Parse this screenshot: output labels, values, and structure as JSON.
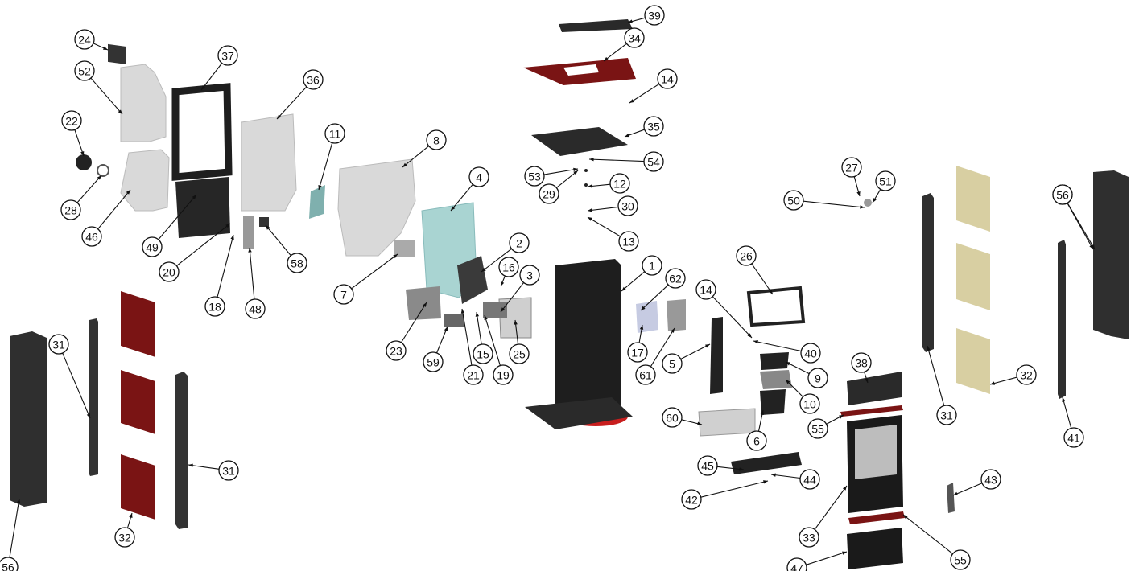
{
  "diagram": {
    "type": "exploded parts diagram",
    "colors": {
      "panel_dark": "#2f2f2f",
      "panel_red": "#7a1414",
      "panel_beige": "#d8cfa2",
      "insulation": "#d9d9d9",
      "teal_part": "#a9d4d2",
      "body_black": "#1e1e1e",
      "ring_red": "#c81e1e"
    },
    "labels": [
      "1",
      "2",
      "3",
      "4",
      "5",
      "6",
      "7",
      "8",
      "9",
      "10",
      "11",
      "12",
      "13",
      "14",
      "14",
      "15",
      "16",
      "17",
      "18",
      "19",
      "20",
      "21",
      "22",
      "23",
      "24",
      "25",
      "26",
      "27",
      "28",
      "29",
      "30",
      "31",
      "31",
      "31",
      "31",
      "32",
      "32",
      "33",
      "34",
      "35",
      "36",
      "37",
      "38",
      "39",
      "40",
      "41",
      "42",
      "43",
      "44",
      "45",
      "46",
      "47",
      "48",
      "49",
      "50",
      "51",
      "52",
      "53",
      "54",
      "55",
      "55",
      "56",
      "56",
      "58",
      "59",
      "60",
      "61",
      "62"
    ]
  }
}
